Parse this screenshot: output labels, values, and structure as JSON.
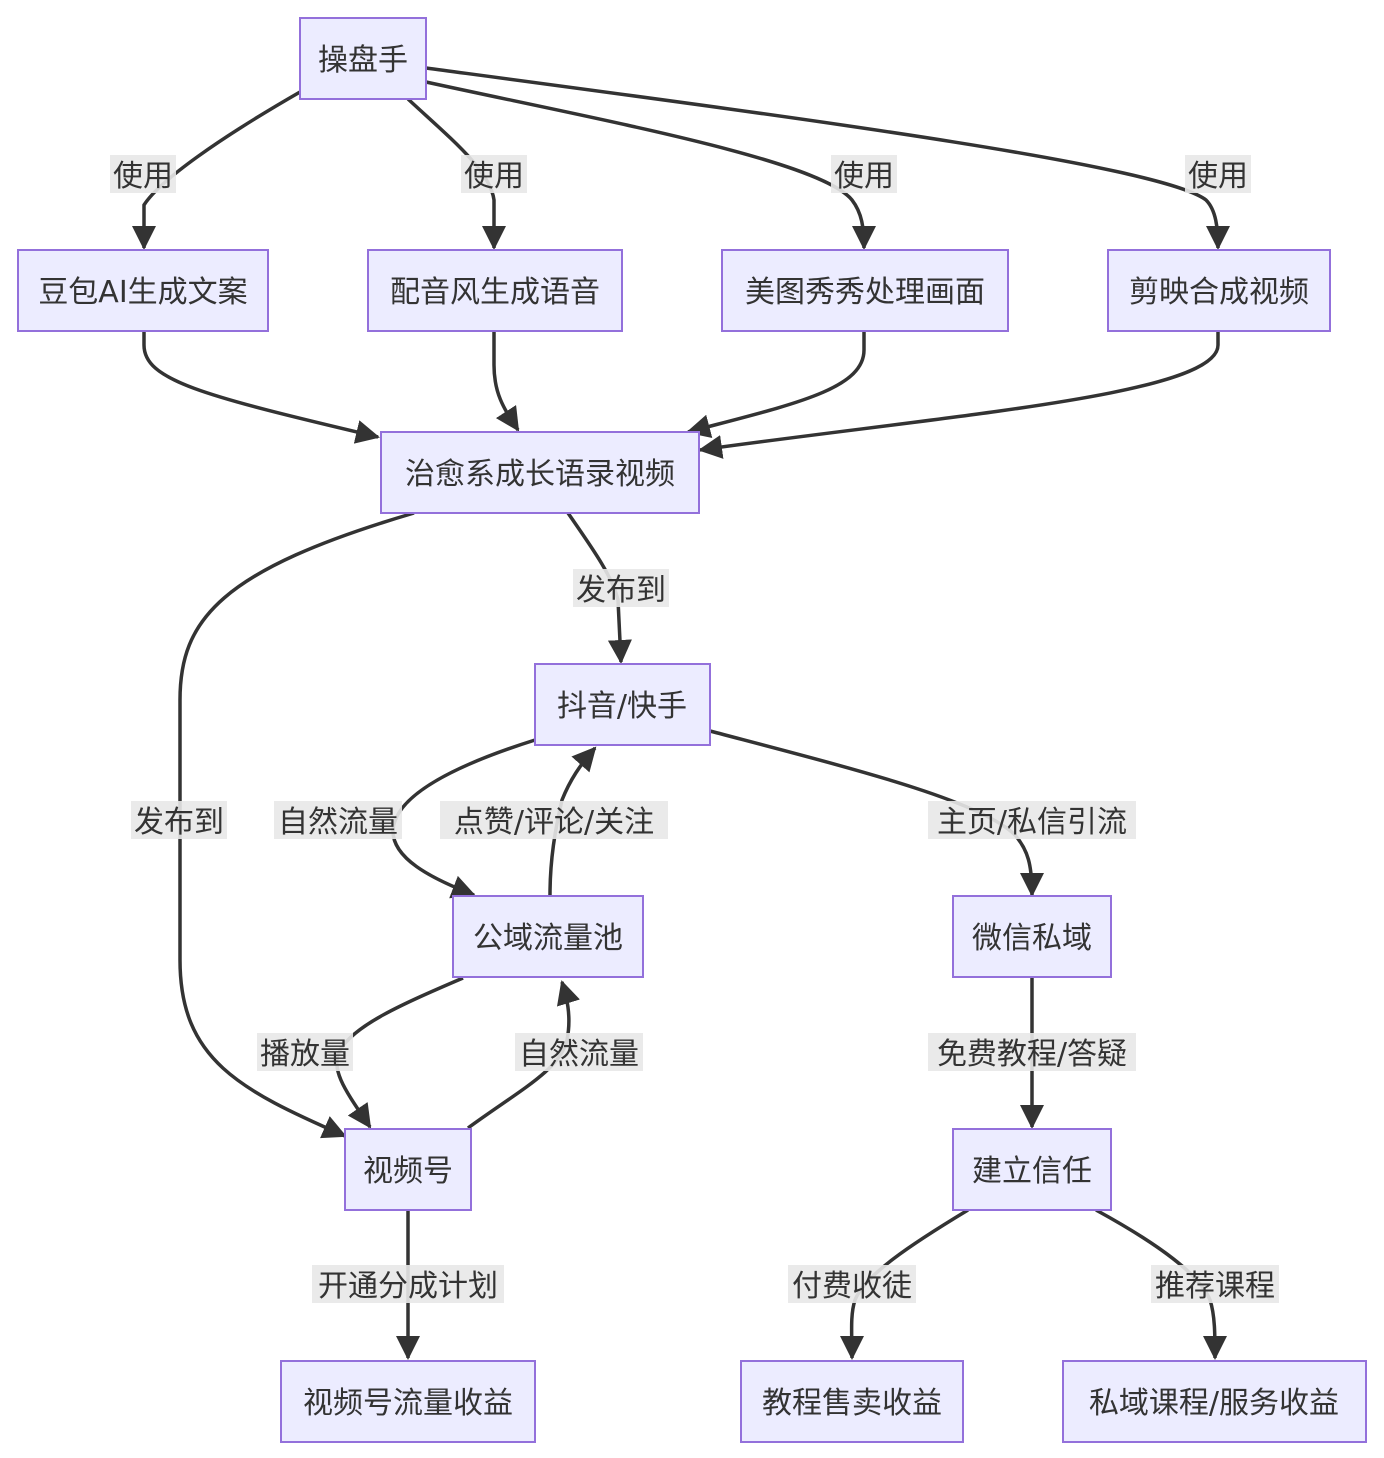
{
  "nodes": {
    "operator": "操盘手",
    "doubao": "豆包AI生成文案",
    "peiyinfeng": "配音风生成语音",
    "meitu": "美图秀秀处理画面",
    "jianying": "剪映合成视频",
    "video": "治愈系成长语录视频",
    "douyin": "抖音/快手",
    "pool": "公域流量池",
    "wechat": "微信私域",
    "channels": "视频号",
    "trust": "建立信任",
    "channels_income": "视频号流量收益",
    "tutorial_income": "教程售卖收益",
    "private_income": "私域课程/服务收益"
  },
  "edges": {
    "use_1": "使用",
    "use_2": "使用",
    "use_3": "使用",
    "use_4": "使用",
    "publish_douyin": "发布到",
    "publish_channels": "发布到",
    "natural_traffic_1": "自然流量",
    "engagement": "点赞/评论/关注",
    "homepage_dm": "主页/私信引流",
    "play_count": "播放量",
    "natural_traffic_2": "自然流量",
    "free_tutorial": "免费教程/答疑",
    "revenue_share": "开通分成计划",
    "paid_apprentice": "付费收徒",
    "recommend_course": "推荐课程"
  },
  "colors": {
    "node_fill": "#ECECFF",
    "node_stroke": "#9370DB",
    "edge": "#333333",
    "edge_label_bg": "#e8e8e8",
    "text": "#333333"
  }
}
